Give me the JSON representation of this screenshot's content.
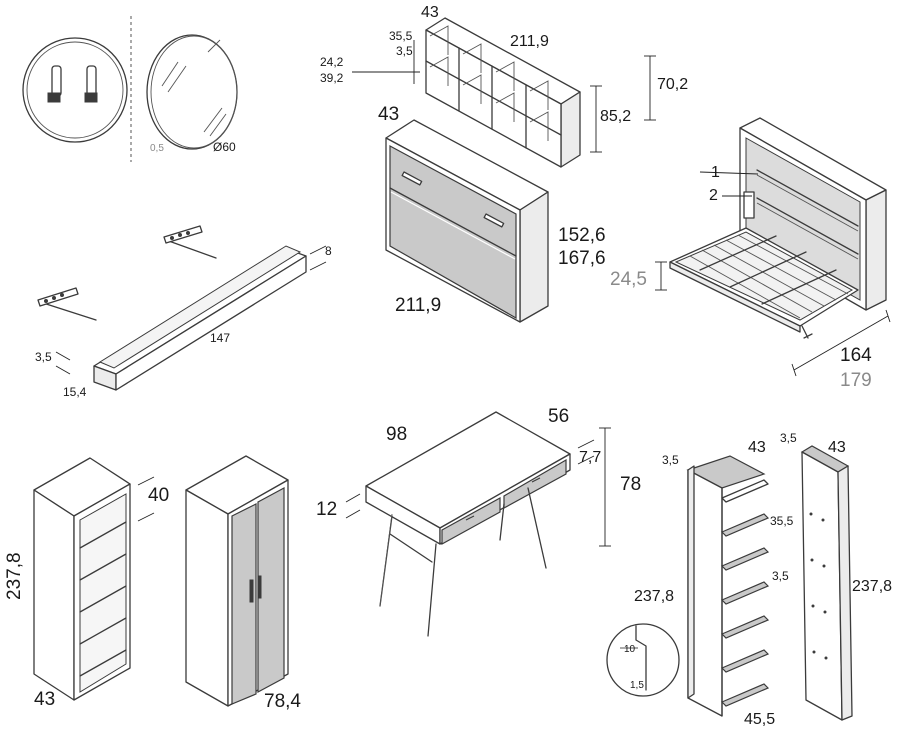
{
  "mirrors": {
    "mirror_thickness": "0,5",
    "mirror_diameter": "Ø60"
  },
  "shelf_unit": {
    "depth": "43",
    "width": "211,9",
    "top_thick": "35,5",
    "board": "3,5",
    "gap_a": "24,2",
    "gap_b": "39,2",
    "height_inner": "70,2",
    "height_outer": "85,2"
  },
  "bed_cabinet": {
    "depth": "43",
    "width": "211,9",
    "height_a": "152,6",
    "height_b": "167,6"
  },
  "open_bed": {
    "callout_1": "1",
    "callout_2": "2",
    "leg_height": "24,5",
    "length_a": "164",
    "length_b": "179"
  },
  "wall_shelf": {
    "height": "8",
    "length": "147",
    "thickness": "3,5",
    "depth": "15,4"
  },
  "bookcase": {
    "depth": "40",
    "height": "237,8",
    "width": "43"
  },
  "wardrobe": {
    "width": "78,4"
  },
  "desk": {
    "width": "98",
    "depth": "56",
    "drawer_height": "7,7",
    "height": "78",
    "top_thick": "12"
  },
  "column_shelf": {
    "side_thick_a": "3,5",
    "depth_a": "43",
    "shelf_gap": "35,5",
    "shelf_thick": "3,5",
    "height": "237,8",
    "width": "45,5",
    "detail_a": "10",
    "detail_b": "1,5"
  },
  "side_panel": {
    "thickness": "3,5",
    "depth": "43",
    "height": "237,8"
  }
}
